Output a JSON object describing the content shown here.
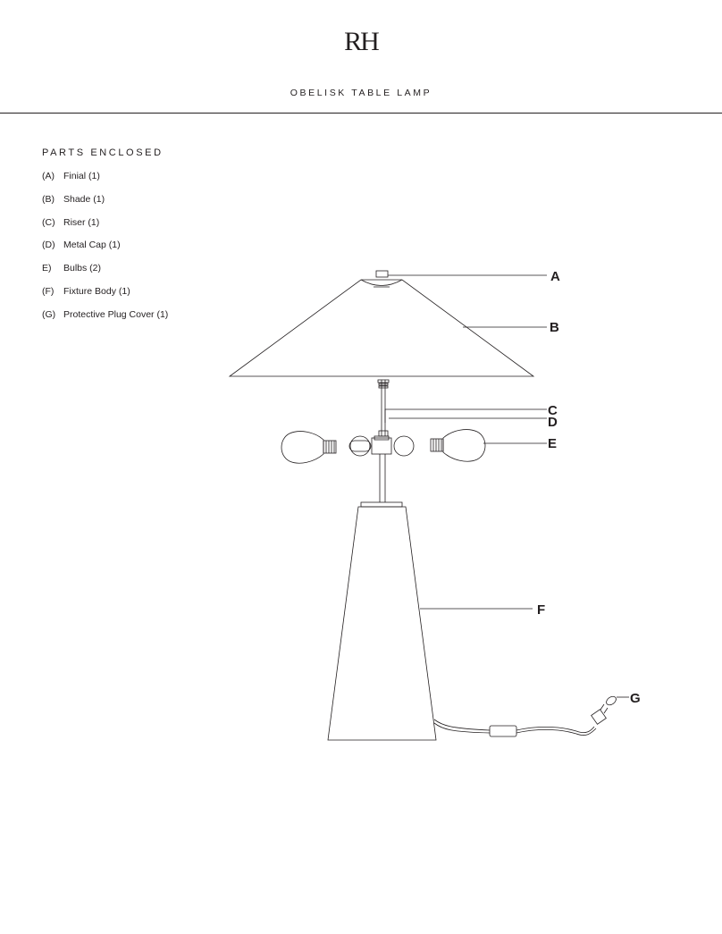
{
  "header": {
    "logo": "RH",
    "title": "OBELISK TABLE LAMP"
  },
  "parts": {
    "heading": "PARTS ENCLOSED",
    "items": [
      {
        "code": "(A)",
        "label": "Finial (1)"
      },
      {
        "code": "(B)",
        "label": "Shade (1)"
      },
      {
        "code": "(C)",
        "label": "Riser (1)"
      },
      {
        "code": "(D)",
        "label": "Metal Cap (1)"
      },
      {
        "code": "E)",
        "label": "Bulbs (2)"
      },
      {
        "code": "(F)",
        "label": "Fixture Body (1)"
      },
      {
        "code": "(G)",
        "label": "Protective Plug Cover (1)"
      }
    ]
  },
  "diagram": {
    "callouts": {
      "a": "A",
      "b": "B",
      "c": "C",
      "d": "D",
      "e": "E",
      "f": "F",
      "g": "G"
    },
    "line_color": "#231f20"
  }
}
